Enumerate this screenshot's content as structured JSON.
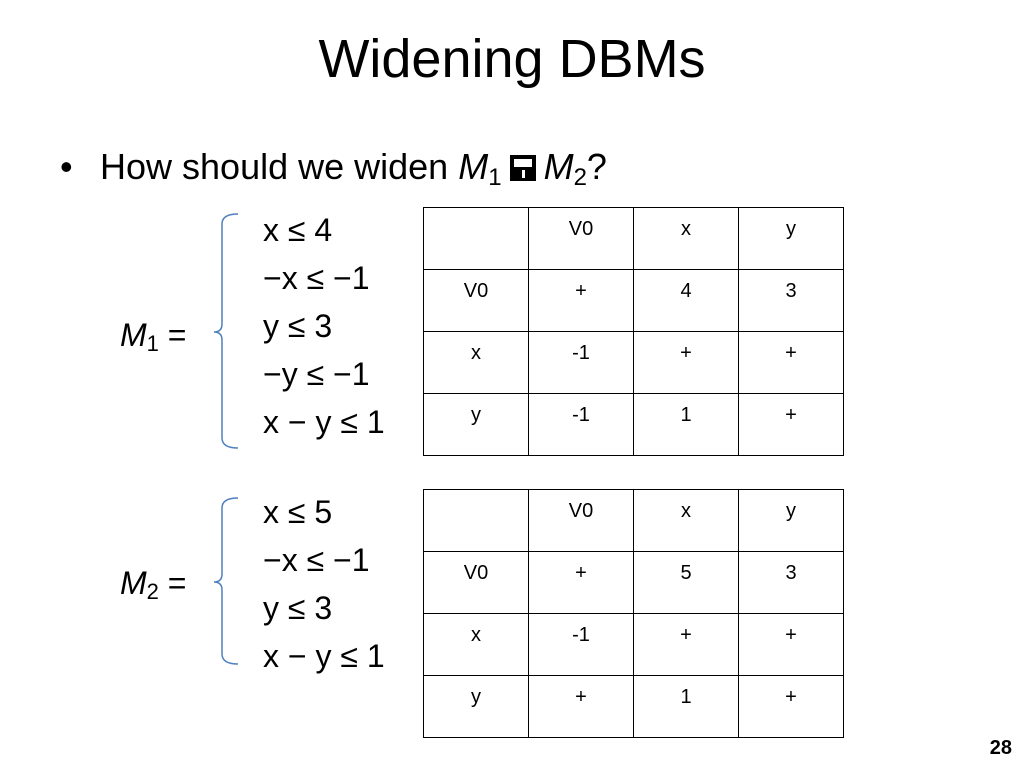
{
  "slide": {
    "title": "Widening DBMs",
    "bullet": {
      "symbol": "•",
      "text": "How should we widen ",
      "m1_letter": "M",
      "m1_sub": "1",
      "m2_letter": "M",
      "m2_sub": "2",
      "end": "?",
      "operator_icon": "widening-operator-icon"
    },
    "matrices": [
      {
        "label_letter": "M",
        "label_sub": "1",
        "label_eq": " =",
        "constraints": [
          "x ≤ 4",
          "−x ≤ −1",
          "y ≤ 3",
          "−y ≤ −1",
          "x − y ≤ 1"
        ],
        "table": {
          "header": [
            "",
            "V0",
            "x",
            "y"
          ],
          "rows": [
            [
              "V0",
              "+",
              "4",
              "3"
            ],
            [
              "x",
              "-1",
              "+",
              "+"
            ],
            [
              "y",
              "-1",
              "1",
              "+"
            ]
          ]
        }
      },
      {
        "label_letter": "M",
        "label_sub": "2",
        "label_eq": " =",
        "constraints": [
          "x ≤ 5",
          "−x ≤ −1",
          "y ≤ 3",
          "x − y ≤ 1"
        ],
        "table": {
          "header": [
            "",
            "V0",
            "x",
            "y"
          ],
          "rows": [
            [
              "V0",
              "+",
              "5",
              "3"
            ],
            [
              "x",
              "-1",
              "+",
              "+"
            ],
            [
              "y",
              "+",
              "1",
              "+"
            ]
          ]
        }
      }
    ],
    "page_number": "28",
    "colors": {
      "brace": "#4f81bd",
      "text": "#000000"
    }
  }
}
